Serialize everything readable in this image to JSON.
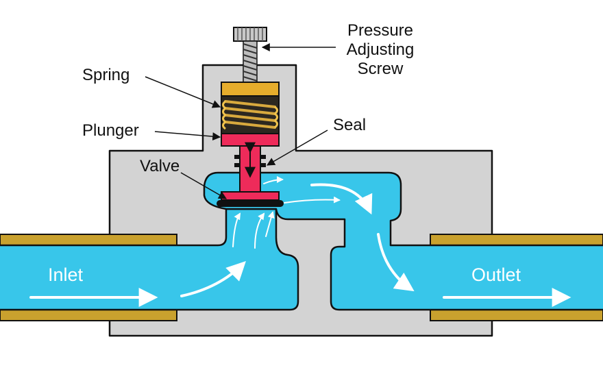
{
  "labels": {
    "pressure_screw": [
      "Pressure",
      "Adjusting",
      "Screw"
    ],
    "spring": "Spring",
    "plunger": "Plunger",
    "seal": "Seal",
    "valve": "Valve",
    "inlet": "Inlet",
    "outlet": "Outlet"
  },
  "colors": {
    "body": "#d3d3d3",
    "outline": "#111111",
    "fluid": "#38c6ea",
    "pipe_wall": "#c9a12e",
    "spring_housing": "#e6ad2c",
    "plunger": "#ee2b5a",
    "seat": "#111111",
    "flow_arrows": "#ffffff"
  }
}
